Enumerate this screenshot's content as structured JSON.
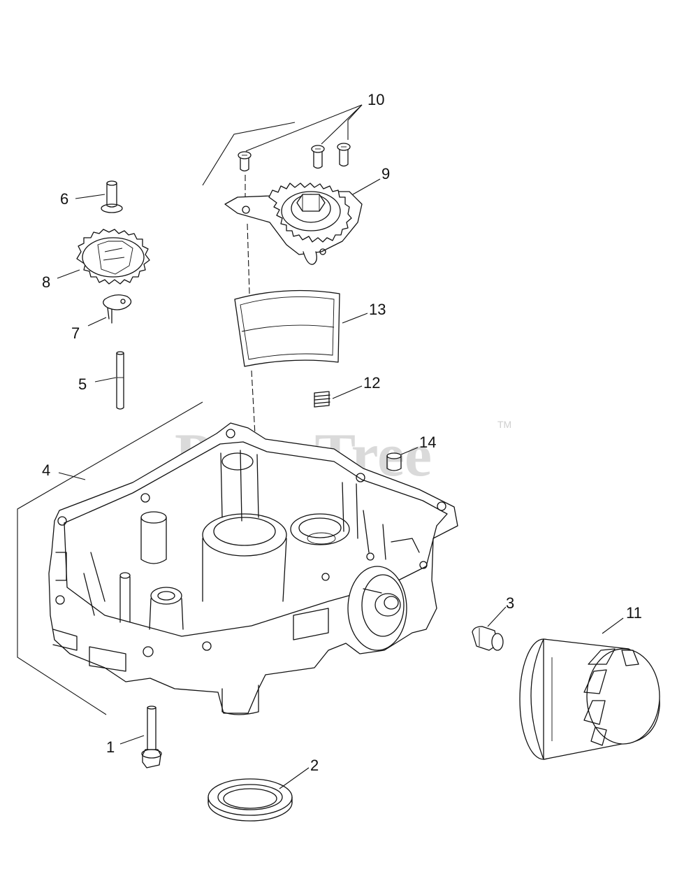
{
  "watermark": {
    "text": "PartsTree",
    "trademark": "TM"
  },
  "callouts": [
    {
      "id": "1",
      "label": "1"
    },
    {
      "id": "2",
      "label": "2"
    },
    {
      "id": "3",
      "label": "3"
    },
    {
      "id": "4",
      "label": "4"
    },
    {
      "id": "5",
      "label": "5"
    },
    {
      "id": "6",
      "label": "6"
    },
    {
      "id": "7",
      "label": "7"
    },
    {
      "id": "8",
      "label": "8"
    },
    {
      "id": "9",
      "label": "9"
    },
    {
      "id": "10",
      "label": "10"
    },
    {
      "id": "11",
      "label": "11"
    },
    {
      "id": "12",
      "label": "12"
    },
    {
      "id": "13",
      "label": "13"
    },
    {
      "id": "14",
      "label": "14"
    }
  ],
  "colors": {
    "line": "#111111",
    "watermark": "#d4d4d4",
    "background": "#ffffff"
  }
}
